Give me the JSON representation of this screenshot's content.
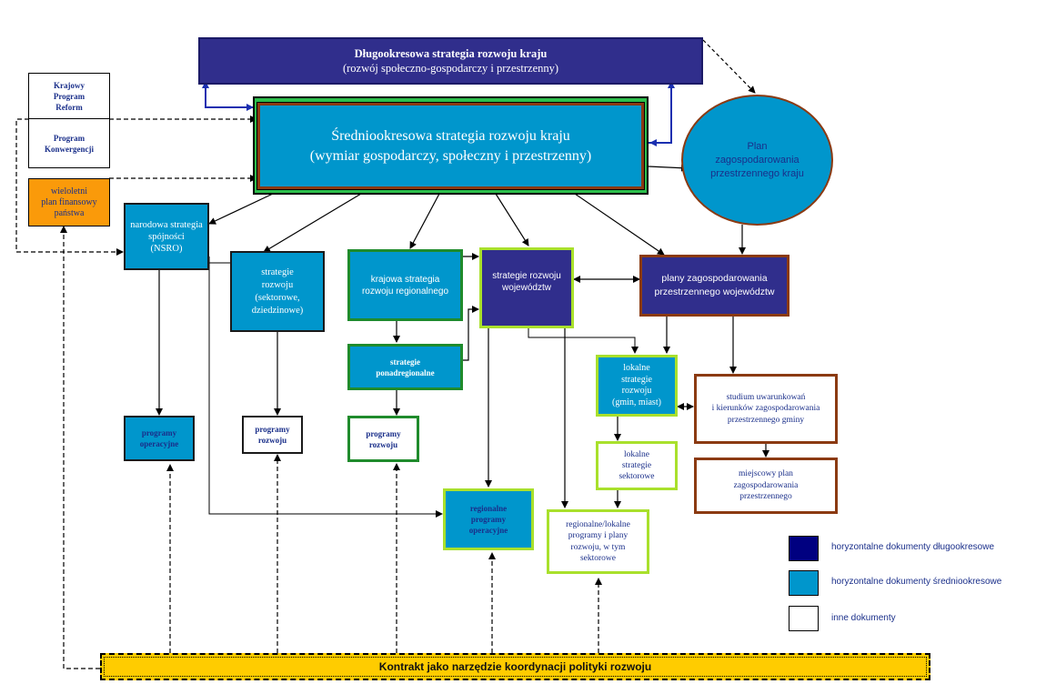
{
  "colors": {
    "navy": "#302e8c",
    "cyan": "#0096cc",
    "green": "#1f8b2c",
    "brown": "#8b3a12",
    "lime": "#a9e02c",
    "orange": "#fa9a0a",
    "yellow": "#ffcc00"
  },
  "nodes": {
    "dlugo": {
      "line1": "Długookresowa strategia rozwoju kraju",
      "line2": "(rozwój społeczno-gospodarczy i przestrzenny)"
    },
    "kpr": {
      "line1": "Krajowy",
      "line2": "Program",
      "line3": "Reform"
    },
    "pk": {
      "line1": "Program",
      "line2": "Konwergencji"
    },
    "wpf": {
      "line1": "wieloletni",
      "line2": "plan finansowy",
      "line3": "państwa"
    },
    "srednio": {
      "line1": "Średniookresowa strategia rozwoju kraju",
      "line2": "(wymiar gospodarczy, społeczny i przestrzenny)"
    },
    "plan_kraj": {
      "line1": "Plan",
      "line2": "zagospodarowania",
      "line3": "przestrzennego kraju"
    },
    "nsro": {
      "line1": "narodowa strategia",
      "line2": "spójności",
      "line3": "(NSRO)"
    },
    "strat_rozw": {
      "line1": "strategie",
      "line2": "rozwoju",
      "line3": "(sektorowe,",
      "line4": "dziedzinowe)"
    },
    "ksrr": {
      "line1": "krajowa strategia",
      "line2": "rozwoju regionalnego"
    },
    "strat_woj": {
      "line1": "strategie rozwoju",
      "line2": "województw"
    },
    "plany_woj": {
      "line1": "plany zagospodarowania",
      "line2": "przestrzennego województw"
    },
    "ponadreg": {
      "line1": "strategie",
      "line2": "ponadregionalne"
    },
    "lokalne": {
      "line1": "lokalne",
      "line2": "strategie",
      "line3": "rozwoju",
      "line4": "(gmin, miast)"
    },
    "studium": {
      "line1": "studium uwarunkowań",
      "line2": "i kierunków zagospodarowania",
      "line3": "przestrzennego gminy"
    },
    "po": {
      "line1": "programy",
      "line2": "operacyjne"
    },
    "pr1": {
      "line1": "programy",
      "line2": "rozwoju"
    },
    "pr2": {
      "line1": "programy",
      "line2": "rozwoju"
    },
    "lok_sekt": {
      "line1": "lokalne",
      "line2": "strategie",
      "line3": "sektorowe"
    },
    "mpzp": {
      "line1": "miejscowy plan",
      "line2": "zagospodarowania",
      "line3": "przestrzennego"
    },
    "rpo": {
      "line1": "regionalne",
      "line2": "programy",
      "line3": "operacyjne"
    },
    "reg_lok": {
      "line1": "regionalne/lokalne",
      "line2": "programy i plany",
      "line3": "rozwoju, w tym",
      "line4": "sektorowe"
    },
    "kontrakt": {
      "label": "Kontrakt jako narzędzie koordynacji polityki rozwoju"
    }
  },
  "legend": [
    {
      "label": "horyzontalne dokumenty długookresowe",
      "color": "#000080"
    },
    {
      "label": "horyzontalne dokumenty średniookresowe",
      "color": "#0096cc"
    },
    {
      "label": "inne dokumenty",
      "color": "#ffffff"
    }
  ]
}
